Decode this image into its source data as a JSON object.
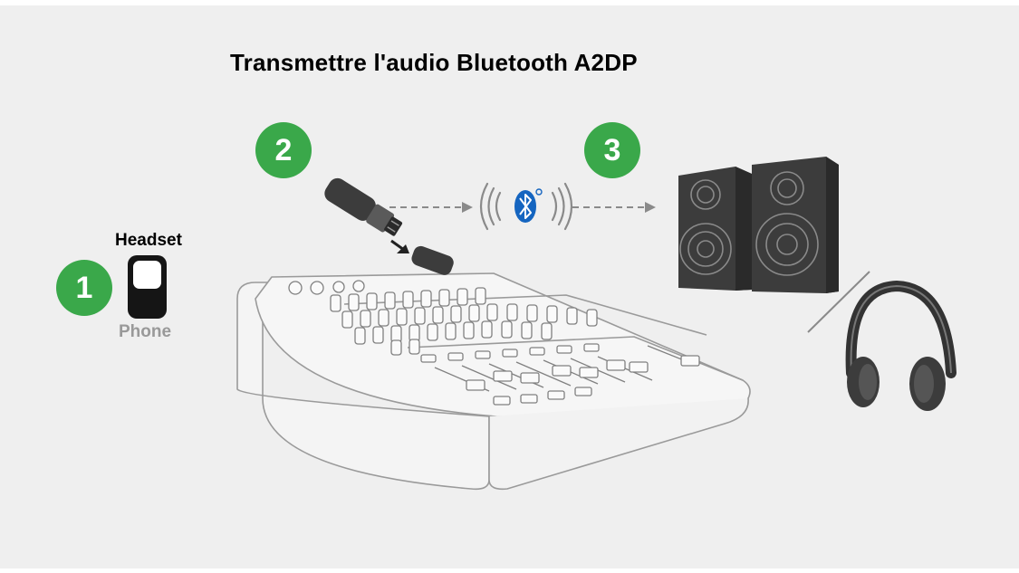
{
  "title": "Transmettre l'audio Bluetooth A2DP",
  "steps": [
    "1",
    "2",
    "3"
  ],
  "switch": {
    "top_label": "Headset",
    "bottom_label": "Phone",
    "position": "Headset"
  },
  "colors": {
    "step_badge": "#3aa84a",
    "bluetooth": "#1565c0",
    "device_dark": "#3c3c3c",
    "arrow": "#8a8a8a",
    "background": "#efefef"
  },
  "icons": [
    "bluetooth-icon",
    "usb-adapter-icon",
    "speaker-icon",
    "headphones-icon",
    "mixer-illustration"
  ]
}
